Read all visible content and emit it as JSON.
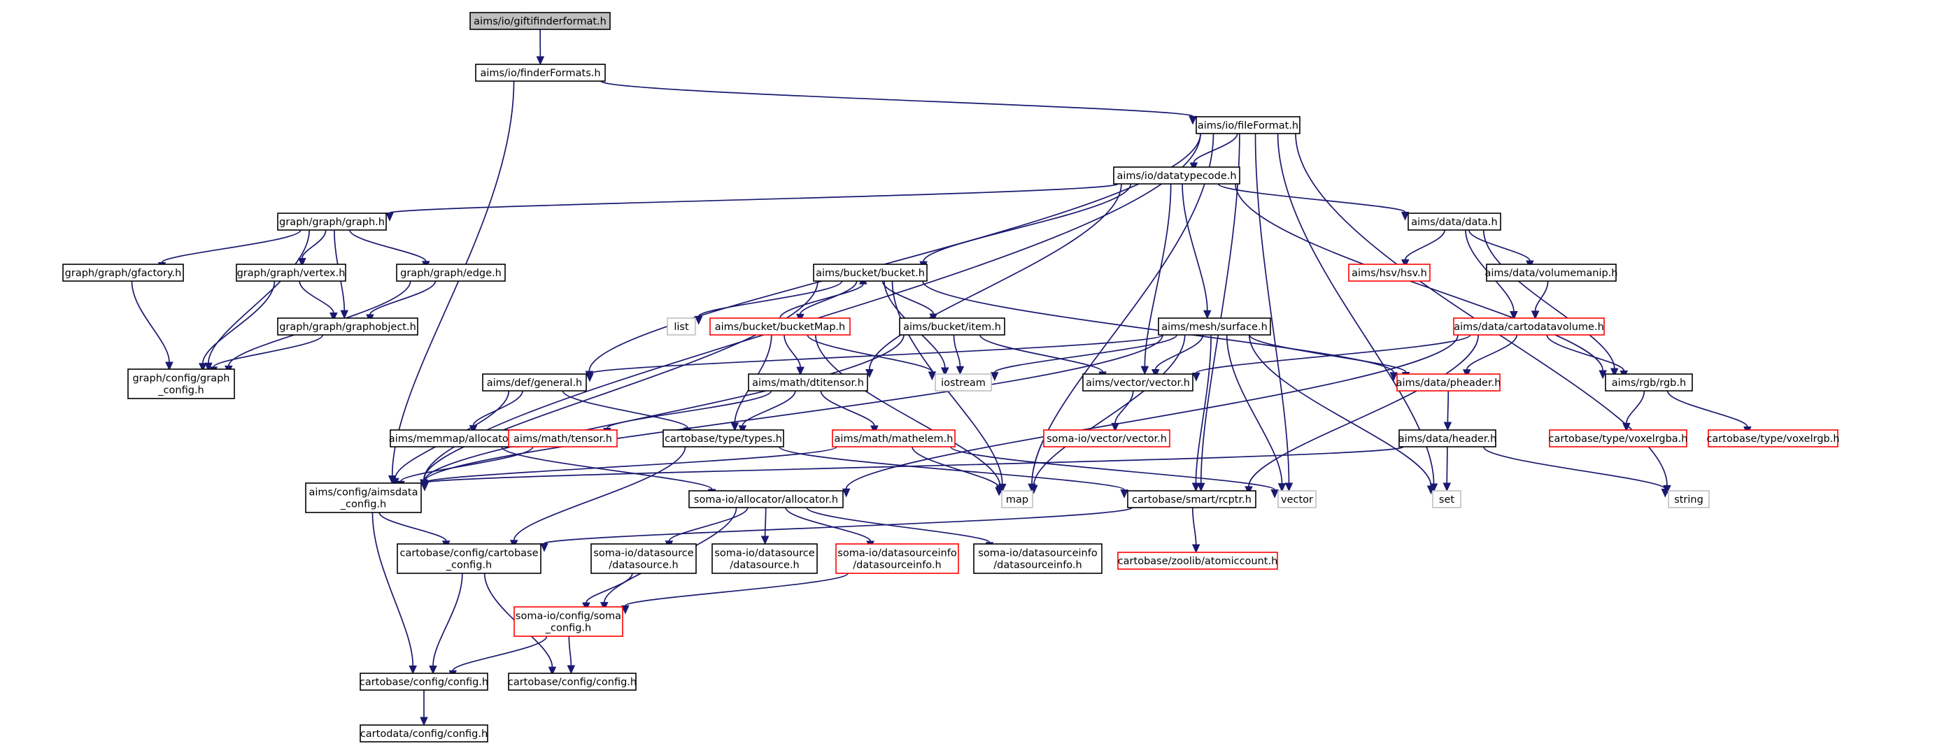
{
  "colors": {
    "edge": "#191970",
    "node_border_normal": "#000000",
    "node_border_incomplete": "#ff0000",
    "node_border_system": "#bfbfbf",
    "node_fill_root": "#bfbfbf",
    "node_fill": "#ffffff"
  },
  "nodes": {
    "giftifinderformat": {
      "lines": [
        "aims/io/giftifinderformat.h"
      ],
      "kind": "root"
    },
    "finderformats": {
      "lines": [
        "aims/io/finderFormats.h"
      ],
      "kind": "normal"
    },
    "fileformat": {
      "lines": [
        "aims/io/fileFormat.h"
      ],
      "kind": "normal"
    },
    "datatypecode": {
      "lines": [
        "aims/io/datatypecode.h"
      ],
      "kind": "normal"
    },
    "graph": {
      "lines": [
        "graph/graph/graph.h"
      ],
      "kind": "normal"
    },
    "datadata": {
      "lines": [
        "aims/data/data.h"
      ],
      "kind": "normal"
    },
    "gfactory": {
      "lines": [
        "graph/graph/gfactory.h"
      ],
      "kind": "normal"
    },
    "vertex": {
      "lines": [
        "graph/graph/vertex.h"
      ],
      "kind": "normal"
    },
    "edge": {
      "lines": [
        "graph/graph/edge.h"
      ],
      "kind": "normal"
    },
    "bucket": {
      "lines": [
        "aims/bucket/bucket.h"
      ],
      "kind": "normal"
    },
    "hsv": {
      "lines": [
        "aims/hsv/hsv.h"
      ],
      "kind": "incomplete"
    },
    "volumemanip": {
      "lines": [
        "aims/data/volumemanip.h"
      ],
      "kind": "normal"
    },
    "graphobject": {
      "lines": [
        "graph/graph/graphobject.h"
      ],
      "kind": "normal"
    },
    "list": {
      "lines": [
        "list"
      ],
      "kind": "system"
    },
    "bucketmap": {
      "lines": [
        "aims/bucket/bucketMap.h"
      ],
      "kind": "incomplete"
    },
    "bucketitem": {
      "lines": [
        "aims/bucket/item.h"
      ],
      "kind": "normal"
    },
    "surface": {
      "lines": [
        "aims/mesh/surface.h"
      ],
      "kind": "normal"
    },
    "cartodatavolume": {
      "lines": [
        "aims/data/cartodatavolume.h"
      ],
      "kind": "incomplete"
    },
    "graphconfig": {
      "lines": [
        "graph/config/graph",
        "_config.h"
      ],
      "kind": "normal"
    },
    "iostream": {
      "lines": [
        "iostream"
      ],
      "kind": "system"
    },
    "defgeneral": {
      "lines": [
        "aims/def/general.h"
      ],
      "kind": "normal"
    },
    "dtitensor": {
      "lines": [
        "aims/math/dtitensor.h"
      ],
      "kind": "normal"
    },
    "vectorh": {
      "lines": [
        "aims/vector/vector.h"
      ],
      "kind": "normal"
    },
    "pheader": {
      "lines": [
        "aims/data/pheader.h"
      ],
      "kind": "incomplete"
    },
    "rgb": {
      "lines": [
        "aims/rgb/rgb.h"
      ],
      "kind": "normal"
    },
    "memmapallocator": {
      "lines": [
        "aims/memmap/allocator.h"
      ],
      "kind": "normal"
    },
    "tensor": {
      "lines": [
        "aims/math/tensor.h"
      ],
      "kind": "incomplete"
    },
    "types": {
      "lines": [
        "cartobase/type/types.h"
      ],
      "kind": "normal"
    },
    "mathelem": {
      "lines": [
        "aims/math/mathelem.h"
      ],
      "kind": "incomplete"
    },
    "somavector": {
      "lines": [
        "soma-io/vector/vector.h"
      ],
      "kind": "incomplete"
    },
    "header": {
      "lines": [
        "aims/data/header.h"
      ],
      "kind": "normal"
    },
    "voxelrgba": {
      "lines": [
        "cartobase/type/voxelrgba.h"
      ],
      "kind": "incomplete"
    },
    "voxelrgb": {
      "lines": [
        "cartobase/type/voxelrgb.h"
      ],
      "kind": "incomplete"
    },
    "aimsdataconfig": {
      "lines": [
        "aims/config/aimsdata",
        "_config.h"
      ],
      "kind": "normal"
    },
    "map": {
      "lines": [
        "map"
      ],
      "kind": "system"
    },
    "somaallocator": {
      "lines": [
        "soma-io/allocator/allocator.h"
      ],
      "kind": "normal"
    },
    "rcptr": {
      "lines": [
        "cartobase/smart/rcptr.h"
      ],
      "kind": "normal"
    },
    "vector": {
      "lines": [
        "vector"
      ],
      "kind": "system"
    },
    "set": {
      "lines": [
        "set"
      ],
      "kind": "system"
    },
    "string": {
      "lines": [
        "string"
      ],
      "kind": "system"
    },
    "cartobaseconfig": {
      "lines": [
        "cartobase/config/cartobase",
        "_config.h"
      ],
      "kind": "normal"
    },
    "datasourceh": {
      "lines": [
        "soma-io/datasource",
        "/datasource.h"
      ],
      "kind": "normal"
    },
    "datasource2": {
      "lines": [
        "soma-io/datasource",
        "/datasource.h"
      ],
      "kind": "normal"
    },
    "datasourceinfo_red": {
      "lines": [
        "soma-io/datasourceinfo",
        "/datasourceinfo.h"
      ],
      "kind": "incomplete"
    },
    "datasourceinfo_blk": {
      "lines": [
        "soma-io/datasourceinfo",
        "/datasourceinfo.h"
      ],
      "kind": "normal"
    },
    "atomiccount": {
      "lines": [
        "cartobase/zoolib/atomiccount.h"
      ],
      "kind": "incomplete"
    },
    "somaconfig": {
      "lines": [
        "soma-io/config/soma",
        "_config.h"
      ],
      "kind": "incomplete"
    },
    "cbconfig1": {
      "lines": [
        "cartobase/config/config.h"
      ],
      "kind": "normal"
    },
    "cbconfig2": {
      "lines": [
        "cartobase/config/config.h"
      ],
      "kind": "normal"
    },
    "cartodataconfig": {
      "lines": [
        "cartodata/config/config.h"
      ],
      "kind": "normal"
    }
  },
  "edges": [
    [
      "giftifinderformat",
      "finderformats"
    ],
    [
      "finderformats",
      "fileformat"
    ],
    [
      "finderformats",
      "aimsdataconfig"
    ],
    [
      "fileformat",
      "datatypecode"
    ],
    [
      "fileformat",
      "defgeneral"
    ],
    [
      "fileformat",
      "aimsdataconfig"
    ],
    [
      "fileformat",
      "map"
    ],
    [
      "fileformat",
      "rcptr"
    ],
    [
      "fileformat",
      "vector"
    ],
    [
      "fileformat",
      "set"
    ],
    [
      "fileformat",
      "string"
    ],
    [
      "datatypecode",
      "graph"
    ],
    [
      "datatypecode",
      "bucket"
    ],
    [
      "datatypecode",
      "dtitensor"
    ],
    [
      "datatypecode",
      "vectorh"
    ],
    [
      "datatypecode",
      "surface"
    ],
    [
      "datatypecode",
      "datadata"
    ],
    [
      "datatypecode",
      "rgb"
    ],
    [
      "graph",
      "gfactory"
    ],
    [
      "graph",
      "vertex"
    ],
    [
      "graph",
      "edge"
    ],
    [
      "graph",
      "graphobject"
    ],
    [
      "graph",
      "graphconfig"
    ],
    [
      "gfactory",
      "graphconfig"
    ],
    [
      "vertex",
      "graphobject"
    ],
    [
      "vertex",
      "graphconfig"
    ],
    [
      "edge",
      "graphobject"
    ],
    [
      "edge",
      "graphconfig"
    ],
    [
      "graphobject",
      "graphconfig"
    ],
    [
      "datadata",
      "hsv"
    ],
    [
      "datadata",
      "volumemanip"
    ],
    [
      "datadata",
      "cartodatavolume"
    ],
    [
      "datadata",
      "rgb"
    ],
    [
      "volumemanip",
      "cartodatavolume"
    ],
    [
      "bucket",
      "list"
    ],
    [
      "bucket",
      "bucketmap"
    ],
    [
      "bucket",
      "bucketitem"
    ],
    [
      "bucket",
      "iostream"
    ],
    [
      "bucket",
      "map"
    ],
    [
      "bucket",
      "pheader"
    ],
    [
      "bucket",
      "aimsdataconfig"
    ],
    [
      "bucketmap",
      "bucket"
    ],
    [
      "bucketmap",
      "dtitensor"
    ],
    [
      "bucketmap",
      "types"
    ],
    [
      "bucketmap",
      "iostream"
    ],
    [
      "bucketmap",
      "map"
    ],
    [
      "bucketitem",
      "iostream"
    ],
    [
      "bucketitem",
      "vectorh"
    ],
    [
      "bucketitem",
      "aimsdataconfig"
    ],
    [
      "surface",
      "iostream"
    ],
    [
      "surface",
      "defgeneral"
    ],
    [
      "surface",
      "vectorh"
    ],
    [
      "surface",
      "pheader"
    ],
    [
      "surface",
      "map"
    ],
    [
      "surface",
      "vector"
    ],
    [
      "surface",
      "set"
    ],
    [
      "surface",
      "rcptr"
    ],
    [
      "surface",
      "aimsdataconfig"
    ],
    [
      "cartodatavolume",
      "vectorh"
    ],
    [
      "cartodatavolume",
      "pheader"
    ],
    [
      "cartodatavolume",
      "rgb"
    ],
    [
      "cartodatavolume",
      "rcptr"
    ],
    [
      "cartodatavolume",
      "somaallocator"
    ],
    [
      "defgeneral",
      "aimsdataconfig"
    ],
    [
      "defgeneral",
      "memmapallocator"
    ],
    [
      "defgeneral",
      "types"
    ],
    [
      "dtitensor",
      "tensor"
    ],
    [
      "dtitensor",
      "types"
    ],
    [
      "dtitensor",
      "mathelem"
    ],
    [
      "vectorh",
      "somavector"
    ],
    [
      "pheader",
      "header"
    ],
    [
      "rgb",
      "voxelrgba"
    ],
    [
      "rgb",
      "voxelrgb"
    ],
    [
      "memmapallocator",
      "somaallocator"
    ],
    [
      "tensor",
      "aimsdataconfig"
    ],
    [
      "types",
      "cartobaseconfig"
    ],
    [
      "types",
      "rcptr"
    ],
    [
      "mathelem",
      "aimsdataconfig"
    ],
    [
      "mathelem",
      "map"
    ],
    [
      "mathelem",
      "vector"
    ],
    [
      "header",
      "aimsdataconfig"
    ],
    [
      "header",
      "set"
    ],
    [
      "header",
      "string"
    ],
    [
      "aimsdataconfig",
      "cartobaseconfig"
    ],
    [
      "aimsdataconfig",
      "cbconfig1"
    ],
    [
      "somaallocator",
      "datasourceh"
    ],
    [
      "somaallocator",
      "datasource2"
    ],
    [
      "somaallocator",
      "datasourceinfo_red"
    ],
    [
      "somaallocator",
      "datasourceinfo_blk"
    ],
    [
      "somaallocator",
      "somaconfig"
    ],
    [
      "rcptr",
      "atomiccount"
    ],
    [
      "rcptr",
      "cartobaseconfig"
    ],
    [
      "datasourceh",
      "somaconfig"
    ],
    [
      "datasourceinfo_red",
      "somaconfig"
    ],
    [
      "cartobaseconfig",
      "cbconfig1"
    ],
    [
      "cartobaseconfig",
      "cbconfig2"
    ],
    [
      "somaconfig",
      "cbconfig1"
    ],
    [
      "somaconfig",
      "cbconfig2"
    ],
    [
      "cbconfig1",
      "cartodataconfig"
    ]
  ]
}
